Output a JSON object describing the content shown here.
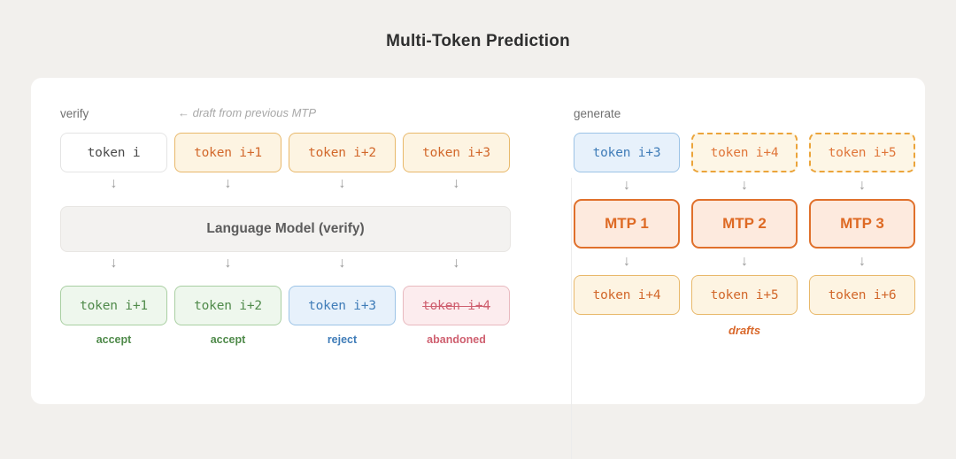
{
  "title": "Multi-Token Prediction",
  "colors": {
    "background": "#f2f0ed",
    "card": "#ffffff",
    "draft_orange": "#d2672a",
    "mtp_orange": "#de6a24",
    "accept_green": "#4f8a4a",
    "reject_blue": "#3f7cb8",
    "abandoned_red": "#cf6070",
    "muted_gray": "#9a9a9a"
  },
  "verify_panel": {
    "label": "verify",
    "annotation": "← draft from previous MTP",
    "input_tokens": [
      {
        "text": "token i",
        "variant": "plain"
      },
      {
        "text": "token i+1",
        "variant": "draft"
      },
      {
        "text": "token i+2",
        "variant": "draft"
      },
      {
        "text": "token i+3",
        "variant": "draft"
      }
    ],
    "model_box": "Language Model (verify)",
    "output_tokens": [
      {
        "text": "token i+1",
        "variant": "accept",
        "status": "accept"
      },
      {
        "text": "token i+2",
        "variant": "accept",
        "status": "accept"
      },
      {
        "text": "token i+3",
        "variant": "reject",
        "status": "reject"
      },
      {
        "text": "token i+4",
        "variant": "abandoned",
        "status": "abandoned"
      }
    ],
    "arrow_glyph": "↓"
  },
  "generate_panel": {
    "label": "generate",
    "input_tokens": [
      {
        "text": "token i+3",
        "variant": "reject-solid"
      },
      {
        "text": "token i+4",
        "variant": "draft-dashed"
      },
      {
        "text": "token i+5",
        "variant": "draft-dashed"
      }
    ],
    "mtp_heads": [
      {
        "text": "MTP 1"
      },
      {
        "text": "MTP 2"
      },
      {
        "text": "MTP 3"
      }
    ],
    "output_tokens": [
      {
        "text": "token i+4"
      },
      {
        "text": "token i+5"
      },
      {
        "text": "token i+6"
      }
    ],
    "footer_label": "drafts",
    "arrow_glyph": "↓"
  }
}
